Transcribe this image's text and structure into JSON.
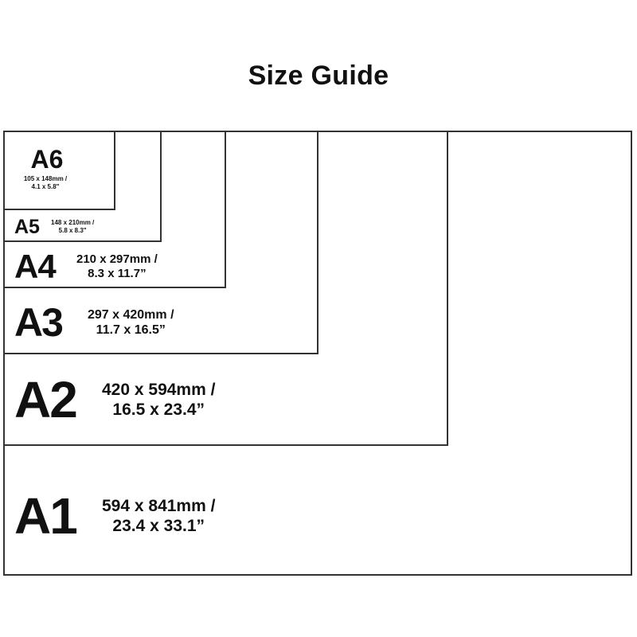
{
  "title": "Size Guide",
  "sizes": [
    {
      "name": "A1",
      "metric": "594 x 841mm /",
      "imperial": "23.4 x 33.1”"
    },
    {
      "name": "A2",
      "metric": "420 x 594mm /",
      "imperial": "16.5 x 23.4”"
    },
    {
      "name": "A3",
      "metric": "297 x 420mm /",
      "imperial": "11.7 x 16.5”"
    },
    {
      "name": "A4",
      "metric": "210 x 297mm /",
      "imperial": "8.3 x 11.7”"
    },
    {
      "name": "A5",
      "metric": "148 x 210mm /",
      "imperial": "5.8 x 8.3\""
    },
    {
      "name": "A6",
      "metric": "105 x 148mm /",
      "imperial": "4.1 x 5.8\""
    }
  ],
  "colors": {
    "border": "#333333",
    "text": "#111111",
    "background": "#ffffff"
  }
}
